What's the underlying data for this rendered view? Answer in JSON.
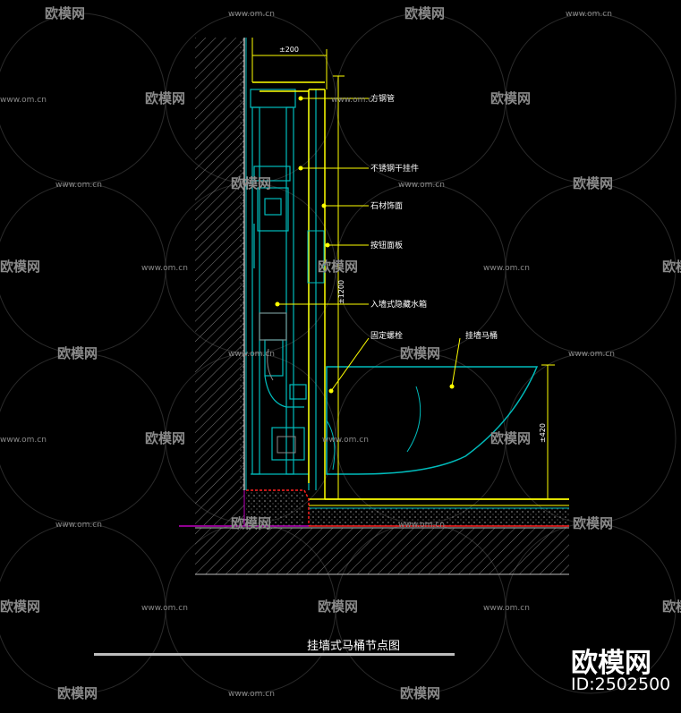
{
  "drawing": {
    "title": "挂墙式马桶节点图",
    "dimensions": {
      "top": "±200",
      "vertical_tall": "±1200",
      "vertical_short": "±420"
    },
    "labels": {
      "square_tube": "方钢管",
      "stainless_hanger": "不锈钢干挂件",
      "stone_facing": "石材饰面",
      "button_panel": "按钮面板",
      "concealed_tank": "入墙式隐藏水箱",
      "fixing_bolt": "固定螺栓",
      "wall_toilet": "挂墙马桶"
    }
  },
  "watermark": {
    "brand": "欧模网",
    "url": "www.om.cn",
    "id": "ID:2502500"
  },
  "colors": {
    "background": "#000000",
    "cyan": "#00bcbc",
    "yellow": "#ffff00",
    "red": "#ff2020",
    "magenta": "#c000c0",
    "grey": "#8a8a8a"
  }
}
